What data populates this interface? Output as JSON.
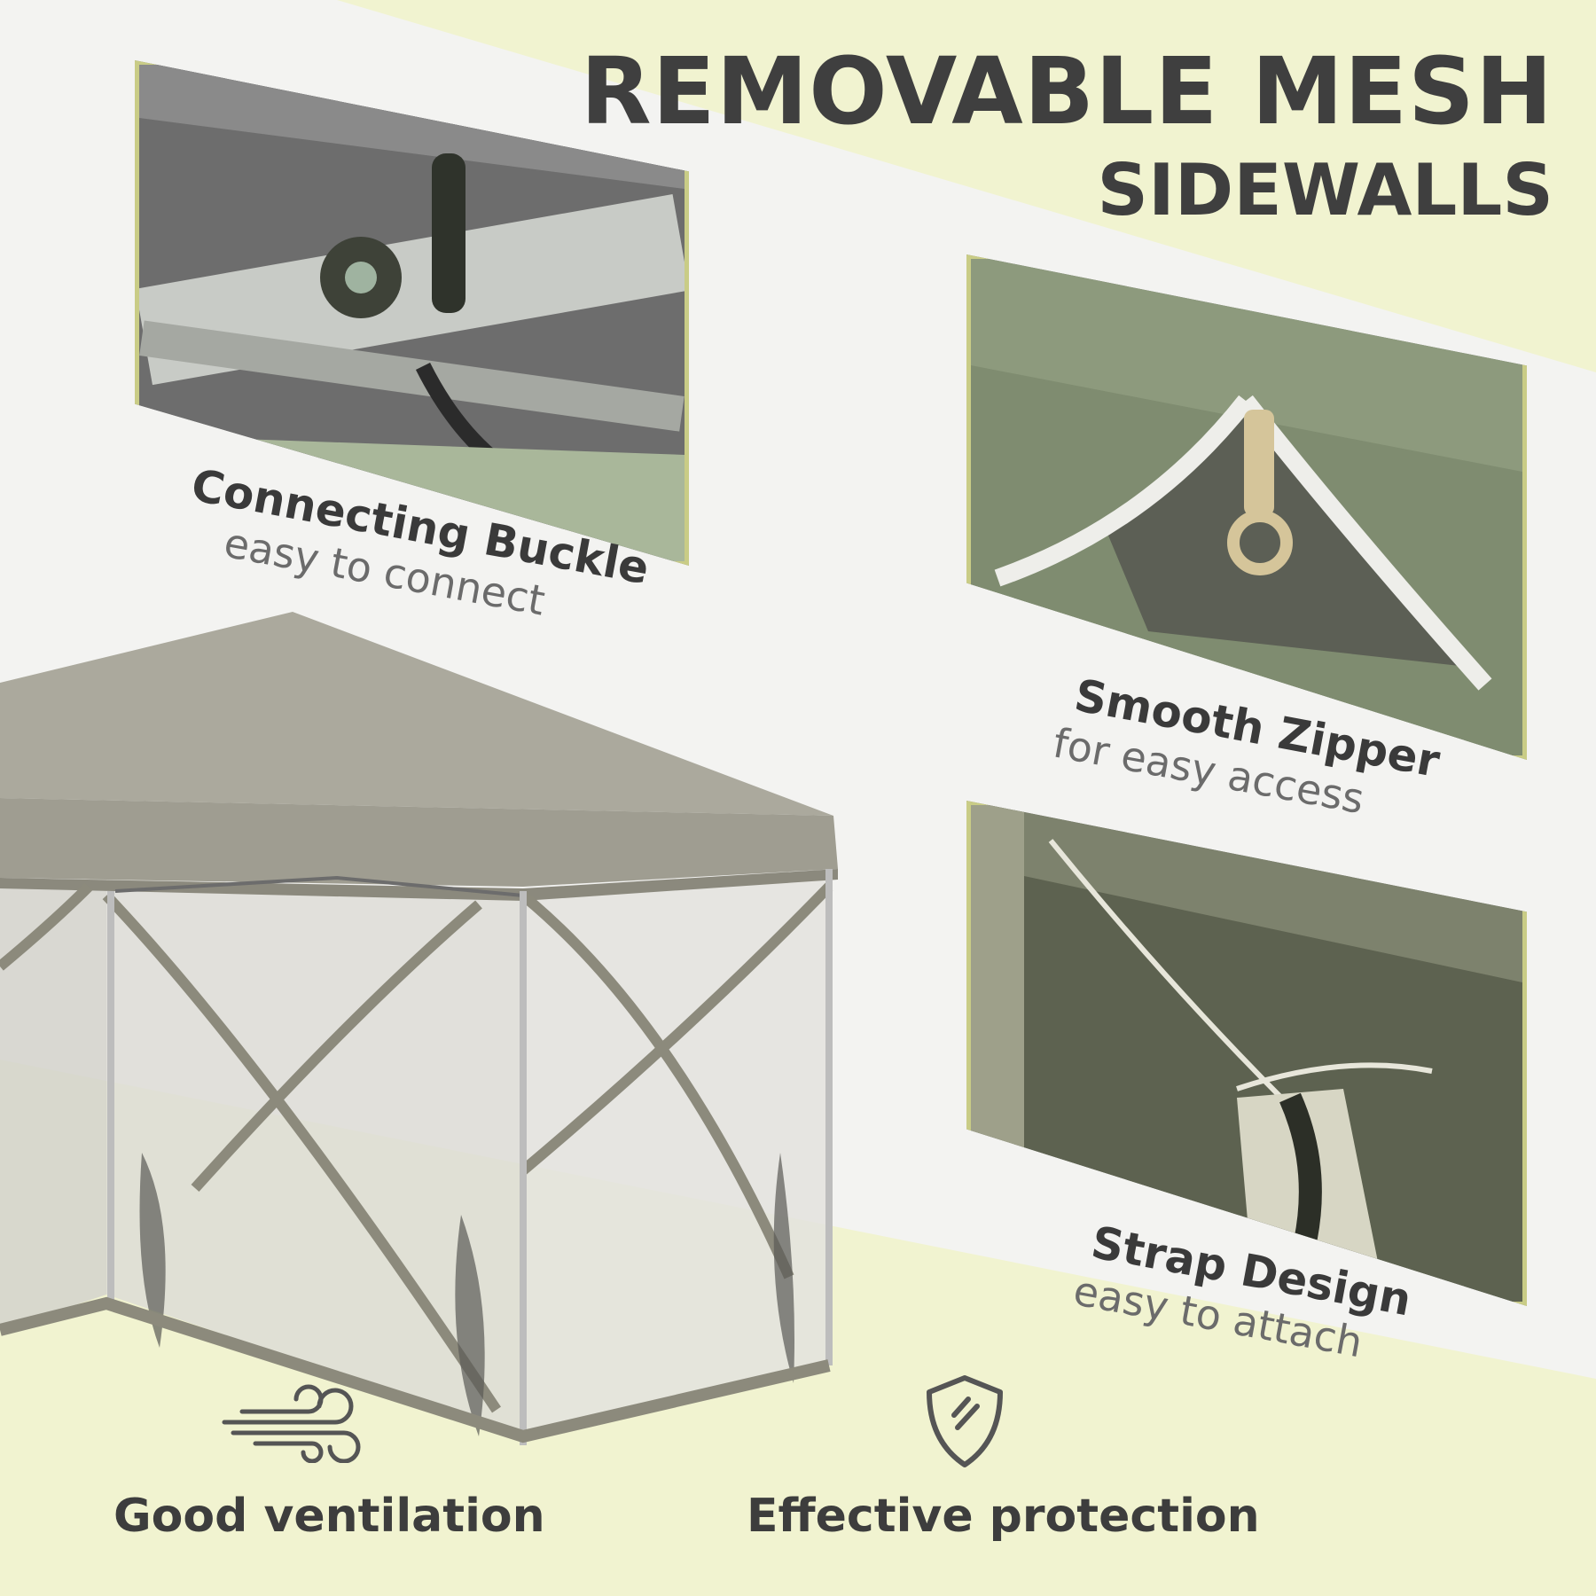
{
  "colors": {
    "background": "#f3f3f1",
    "accent_band": "#f1f3d0",
    "frame_border": "#c9cc86",
    "text_dark": "#3f3f3f",
    "text_muted": "#6b6b6b",
    "canopy": "#a9a79a",
    "mesh_trim": "#8c8a7c"
  },
  "header": {
    "line1": "REMOVABLE MESH",
    "line2": "SIDEWALLS"
  },
  "features": [
    {
      "title": "Connecting Buckle",
      "subtitle": "easy to connect",
      "image_icon": "buckle-closeup-image"
    },
    {
      "title": "Smooth Zipper",
      "subtitle": "for easy access",
      "image_icon": "zipper-closeup-image"
    },
    {
      "title": "Strap Design",
      "subtitle": "easy to attach",
      "image_icon": "strap-closeup-image"
    }
  ],
  "main_image": {
    "icon": "gazebo-with-mesh-sidewalls-image"
  },
  "benefits": [
    {
      "label": "Good ventilation",
      "icon": "wind-icon"
    },
    {
      "label": "Effective protection",
      "icon": "shield-icon"
    }
  ]
}
